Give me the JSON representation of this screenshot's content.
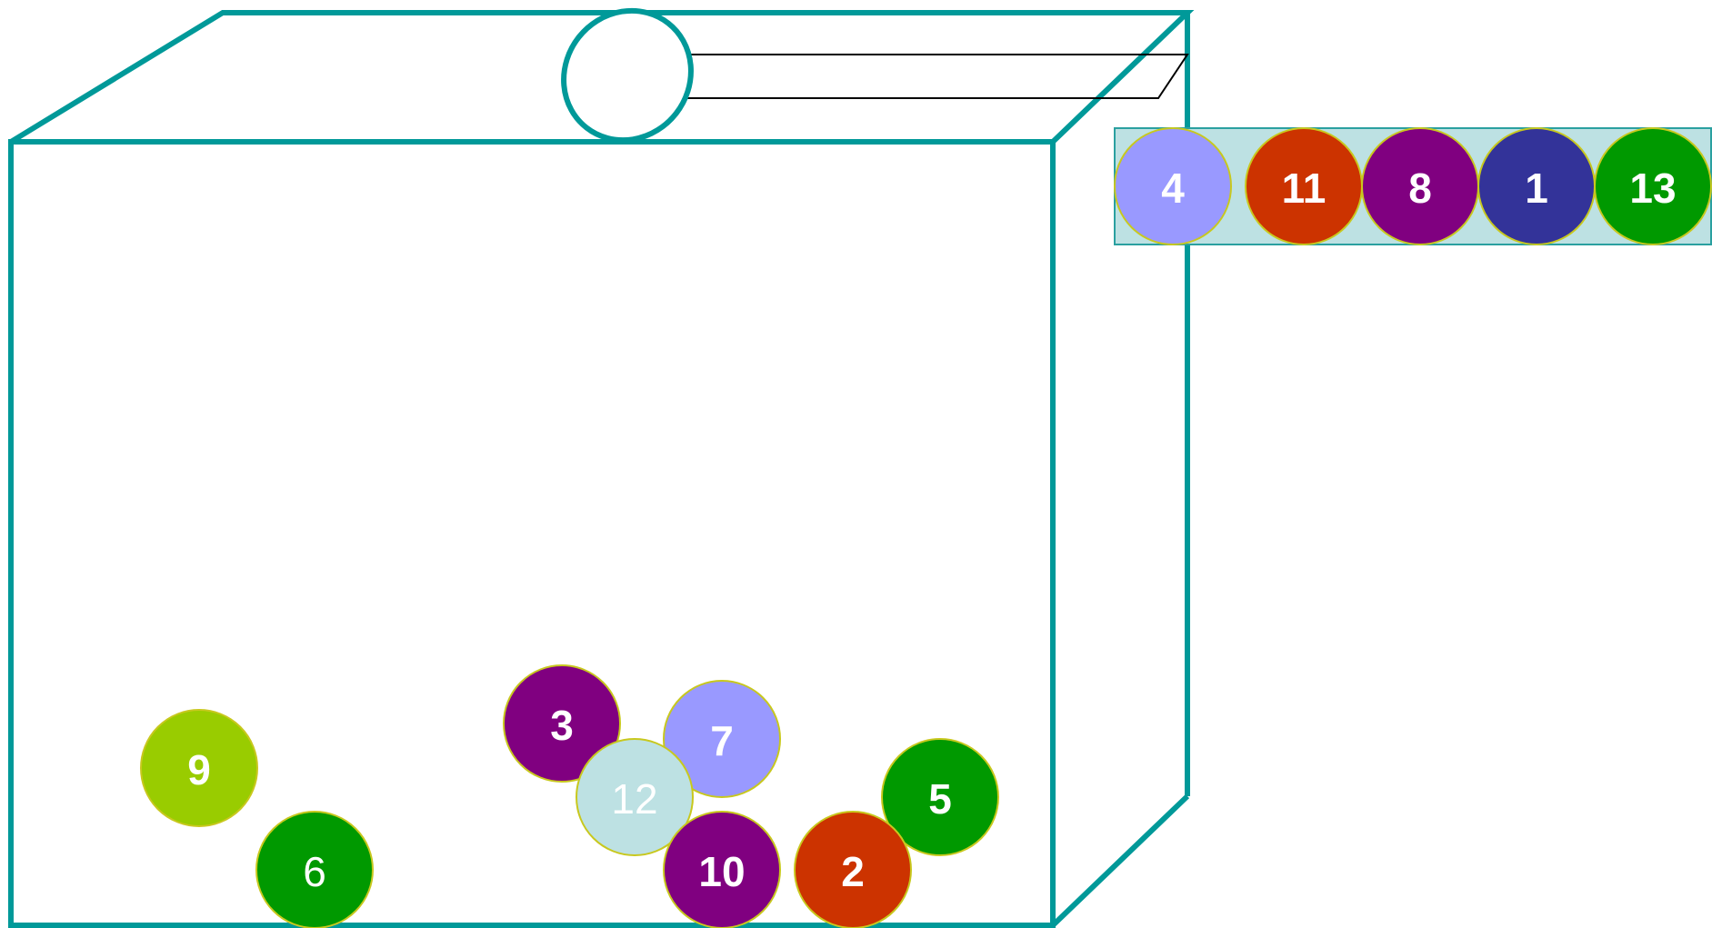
{
  "colors": {
    "box_stroke": "#009999",
    "chute_stroke": "#000000",
    "tray_fill": "#bde1e3",
    "tray_stroke": "#2aa0a0",
    "ball_outline": "#c8c81e",
    "label": "#ffffff"
  },
  "box_balls": [
    {
      "number": "3",
      "color": "#800080"
    },
    {
      "number": "7",
      "color": "#9999ff"
    },
    {
      "number": "9",
      "color": "#99cc00"
    },
    {
      "number": "12",
      "color": "#bde1e3"
    },
    {
      "number": "6",
      "color": "#009900"
    },
    {
      "number": "10",
      "color": "#800080"
    },
    {
      "number": "5",
      "color": "#009900"
    },
    {
      "number": "2",
      "color": "#cc3300"
    }
  ],
  "drawn_balls": [
    {
      "number": "4",
      "color": "#9999ff"
    },
    {
      "number": "11",
      "color": "#cc3300"
    },
    {
      "number": "8",
      "color": "#800080"
    },
    {
      "number": "1",
      "color": "#333399"
    },
    {
      "number": "13",
      "color": "#009900"
    }
  ]
}
